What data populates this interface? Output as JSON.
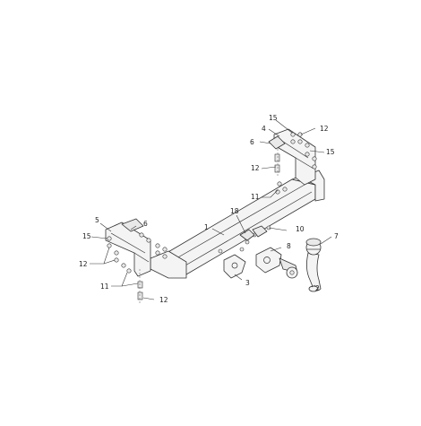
{
  "diagram": {
    "callouts": [
      {
        "id": "c1",
        "label": "1"
      },
      {
        "id": "c2",
        "label": "2"
      },
      {
        "id": "c3",
        "label": "3"
      },
      {
        "id": "c4",
        "label": "4"
      },
      {
        "id": "c5",
        "label": "5"
      },
      {
        "id": "c6a",
        "label": "6"
      },
      {
        "id": "c6b",
        "label": "6"
      },
      {
        "id": "c7",
        "label": "7"
      },
      {
        "id": "c8",
        "label": "8"
      },
      {
        "id": "c10",
        "label": "10"
      },
      {
        "id": "c11a",
        "label": "11"
      },
      {
        "id": "c11b",
        "label": "11"
      },
      {
        "id": "c12a",
        "label": "12"
      },
      {
        "id": "c12b",
        "label": "12"
      },
      {
        "id": "c12c",
        "label": "12"
      },
      {
        "id": "c12d",
        "label": "12"
      },
      {
        "id": "c15a",
        "label": "15"
      },
      {
        "id": "c15b",
        "label": "15"
      },
      {
        "id": "c15c",
        "label": "15"
      },
      {
        "id": "c18",
        "label": "18"
      }
    ]
  }
}
